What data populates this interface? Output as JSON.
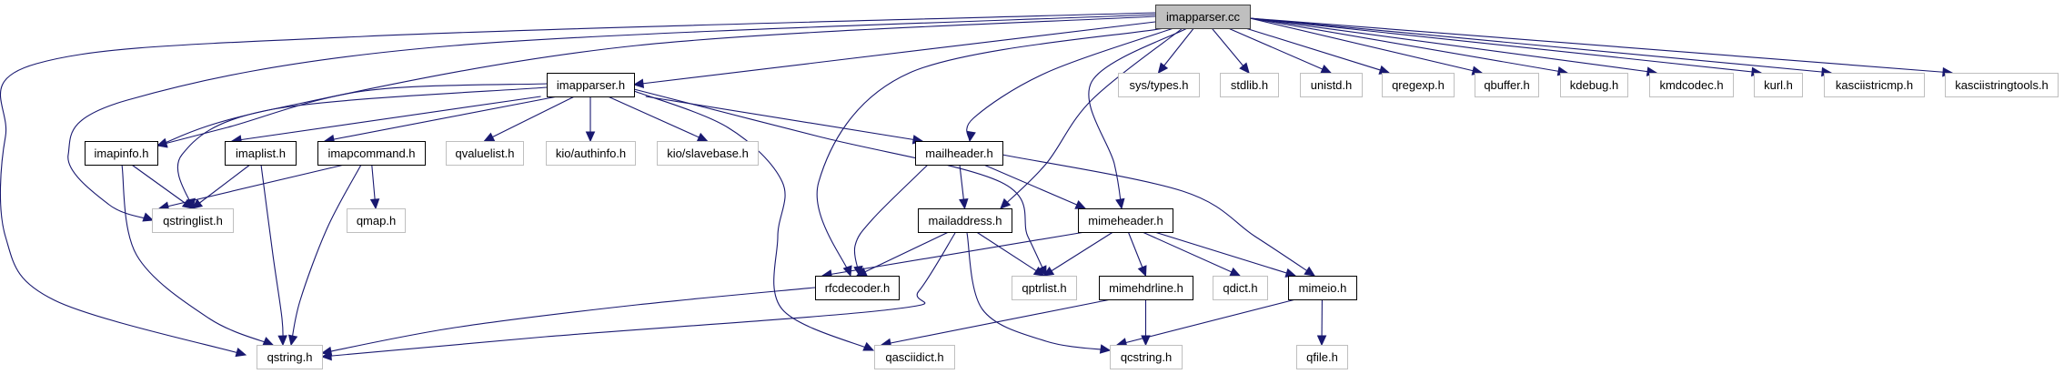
{
  "diagram": {
    "title": "imapparser.cc include dependency graph",
    "colors": {
      "edge": "#191970",
      "root_fill": "#bfbfbf",
      "root_border": "#404040",
      "local_border": "#000000",
      "system_border": "#bfbfbf",
      "node_fill": "#ffffff"
    },
    "nodes": [
      {
        "id": "imapparser_cc",
        "label": "imapparser.cc",
        "kind": "root"
      },
      {
        "id": "imapparser_h",
        "label": "imapparser.h",
        "kind": "local"
      },
      {
        "id": "sys_types_h",
        "label": "sys/types.h",
        "kind": "system"
      },
      {
        "id": "stdlib_h",
        "label": "stdlib.h",
        "kind": "system"
      },
      {
        "id": "unistd_h",
        "label": "unistd.h",
        "kind": "system"
      },
      {
        "id": "qregexp_h",
        "label": "qregexp.h",
        "kind": "system"
      },
      {
        "id": "qbuffer_h",
        "label": "qbuffer.h",
        "kind": "system"
      },
      {
        "id": "kdebug_h",
        "label": "kdebug.h",
        "kind": "system"
      },
      {
        "id": "kmdcodec_h",
        "label": "kmdcodec.h",
        "kind": "system"
      },
      {
        "id": "kurl_h",
        "label": "kurl.h",
        "kind": "system"
      },
      {
        "id": "kasciistricmp_h",
        "label": "kasciistricmp.h",
        "kind": "system"
      },
      {
        "id": "kasciistringtools_h",
        "label": "kasciistringtools.h",
        "kind": "system"
      },
      {
        "id": "imapinfo_h",
        "label": "imapinfo.h",
        "kind": "local"
      },
      {
        "id": "imaplist_h",
        "label": "imaplist.h",
        "kind": "local"
      },
      {
        "id": "imapcommand_h",
        "label": "imapcommand.h",
        "kind": "local"
      },
      {
        "id": "qvaluelist_h",
        "label": "qvaluelist.h",
        "kind": "system"
      },
      {
        "id": "kio_authinfo_h",
        "label": "kio/authinfo.h",
        "kind": "system"
      },
      {
        "id": "kio_slavebase_h",
        "label": "kio/slavebase.h",
        "kind": "system"
      },
      {
        "id": "mailheader_h",
        "label": "mailheader.h",
        "kind": "local"
      },
      {
        "id": "qstringlist_h",
        "label": "qstringlist.h",
        "kind": "system"
      },
      {
        "id": "qmap_h",
        "label": "qmap.h",
        "kind": "system"
      },
      {
        "id": "mailaddress_h",
        "label": "mailaddress.h",
        "kind": "local"
      },
      {
        "id": "mimeheader_h",
        "label": "mimeheader.h",
        "kind": "local"
      },
      {
        "id": "rfcdecoder_h",
        "label": "rfcdecoder.h",
        "kind": "local"
      },
      {
        "id": "qptrlist_h",
        "label": "qptrlist.h",
        "kind": "system"
      },
      {
        "id": "mimehdrline_h",
        "label": "mimehdrline.h",
        "kind": "local"
      },
      {
        "id": "qdict_h",
        "label": "qdict.h",
        "kind": "system"
      },
      {
        "id": "mimeio_h",
        "label": "mimeio.h",
        "kind": "local"
      },
      {
        "id": "qstring_h",
        "label": "qstring.h",
        "kind": "system"
      },
      {
        "id": "qasciidict_h",
        "label": "qasciidict.h",
        "kind": "system"
      },
      {
        "id": "qcstring_h",
        "label": "qcstring.h",
        "kind": "system"
      },
      {
        "id": "qfile_h",
        "label": "qfile.h",
        "kind": "system"
      }
    ],
    "edges": [
      [
        "imapparser_cc",
        "imapparser_h"
      ],
      [
        "imapparser_cc",
        "sys_types_h"
      ],
      [
        "imapparser_cc",
        "stdlib_h"
      ],
      [
        "imapparser_cc",
        "unistd_h"
      ],
      [
        "imapparser_cc",
        "qregexp_h"
      ],
      [
        "imapparser_cc",
        "qbuffer_h"
      ],
      [
        "imapparser_cc",
        "kdebug_h"
      ],
      [
        "imapparser_cc",
        "kmdcodec_h"
      ],
      [
        "imapparser_cc",
        "kurl_h"
      ],
      [
        "imapparser_cc",
        "kasciistricmp_h"
      ],
      [
        "imapparser_cc",
        "kasciistringtools_h"
      ],
      [
        "imapparser_cc",
        "imapinfo_h"
      ],
      [
        "imapparser_cc",
        "qstringlist_h"
      ],
      [
        "imapparser_cc",
        "qstring_h"
      ],
      [
        "imapparser_cc",
        "mailheader_h"
      ],
      [
        "imapparser_cc",
        "mailaddress_h"
      ],
      [
        "imapparser_cc",
        "mimeheader_h"
      ],
      [
        "imapparser_cc",
        "rfcdecoder_h"
      ],
      [
        "imapparser_h",
        "imapinfo_h"
      ],
      [
        "imapparser_h",
        "imaplist_h"
      ],
      [
        "imapparser_h",
        "imapcommand_h"
      ],
      [
        "imapparser_h",
        "qvaluelist_h"
      ],
      [
        "imapparser_h",
        "kio_authinfo_h"
      ],
      [
        "imapparser_h",
        "kio_slavebase_h"
      ],
      [
        "imapparser_h",
        "mailheader_h"
      ],
      [
        "imapparser_h",
        "qstringlist_h"
      ],
      [
        "imapparser_h",
        "qptrlist_h"
      ],
      [
        "imapparser_h",
        "qasciidict_h"
      ],
      [
        "imapinfo_h",
        "qstringlist_h"
      ],
      [
        "imapinfo_h",
        "qstring_h"
      ],
      [
        "imaplist_h",
        "qstringlist_h"
      ],
      [
        "imaplist_h",
        "qstring_h"
      ],
      [
        "imapcommand_h",
        "qstringlist_h"
      ],
      [
        "imapcommand_h",
        "qstring_h"
      ],
      [
        "imapcommand_h",
        "qmap_h"
      ],
      [
        "mailheader_h",
        "mailaddress_h"
      ],
      [
        "mailheader_h",
        "mimeheader_h"
      ],
      [
        "mailheader_h",
        "rfcdecoder_h"
      ],
      [
        "mailheader_h",
        "mimeio_h"
      ],
      [
        "mailaddress_h",
        "rfcdecoder_h"
      ],
      [
        "mailaddress_h",
        "qptrlist_h"
      ],
      [
        "mailaddress_h",
        "qstring_h"
      ],
      [
        "mailaddress_h",
        "qcstring_h"
      ],
      [
        "mimeheader_h",
        "rfcdecoder_h"
      ],
      [
        "mimeheader_h",
        "qptrlist_h"
      ],
      [
        "mimeheader_h",
        "mimehdrline_h"
      ],
      [
        "mimeheader_h",
        "qdict_h"
      ],
      [
        "mimeheader_h",
        "mimeio_h"
      ],
      [
        "rfcdecoder_h",
        "qstring_h"
      ],
      [
        "mimehdrline_h",
        "qcstring_h"
      ],
      [
        "mimehdrline_h",
        "qasciidict_h"
      ],
      [
        "mimeio_h",
        "qcstring_h"
      ],
      [
        "mimeio_h",
        "qfile_h"
      ]
    ]
  }
}
